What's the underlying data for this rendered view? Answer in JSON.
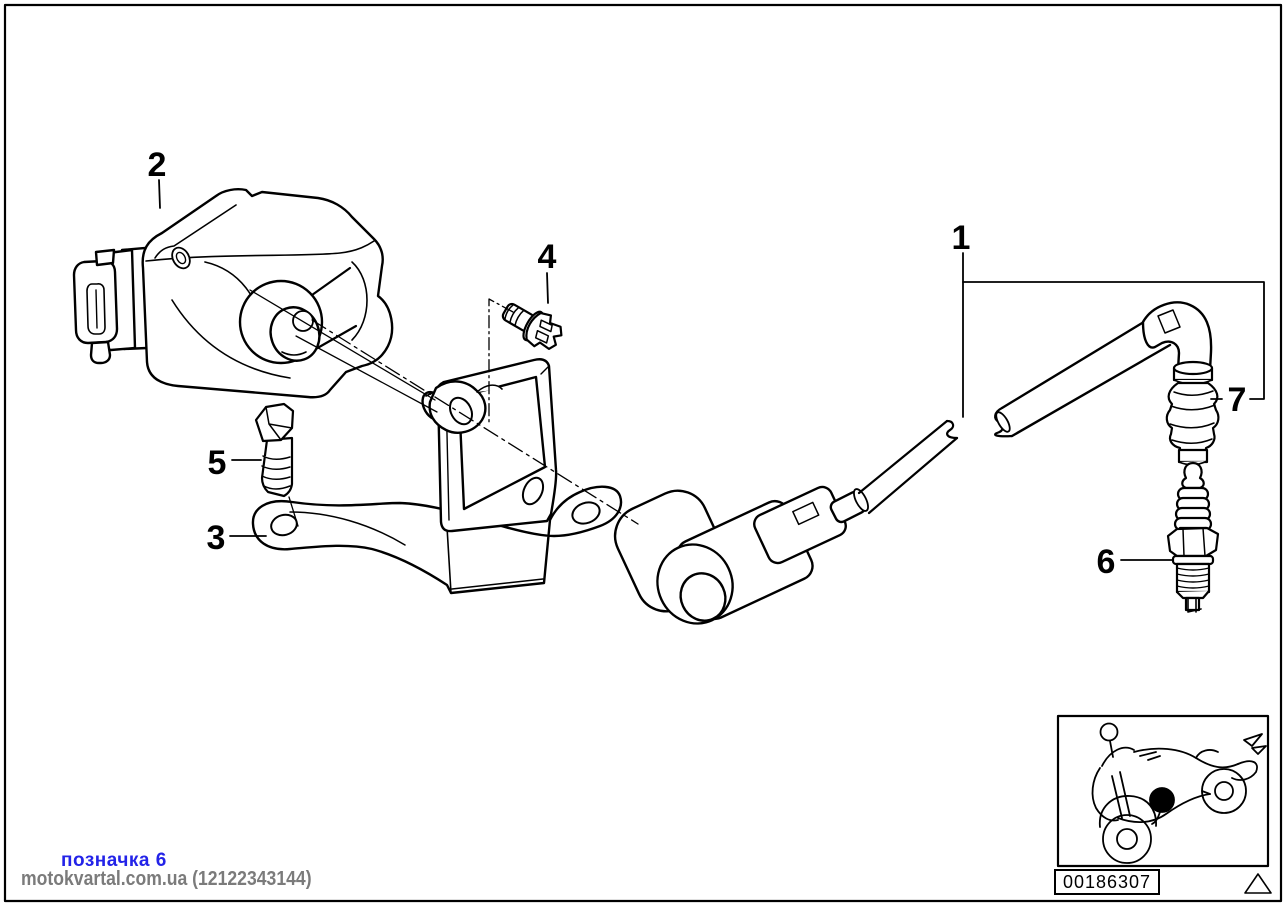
{
  "diagram": {
    "callouts": {
      "c1": "1",
      "c2": "2",
      "c3": "3",
      "c4": "4",
      "c5": "5",
      "c6": "6",
      "c7": "7"
    }
  },
  "watermark": {
    "line1": "позначка 6",
    "line2": "motokvartal.com.ua (12122343144)"
  },
  "thumbnail": {
    "part_number": "00186307"
  },
  "icons": {
    "warning_triangle": "△",
    "location_dot": "●"
  },
  "colors": {
    "accent_blue": "#2323e8",
    "text_gray": "#7b7b7b",
    "line_black": "#000000",
    "background": "#ffffff"
  }
}
